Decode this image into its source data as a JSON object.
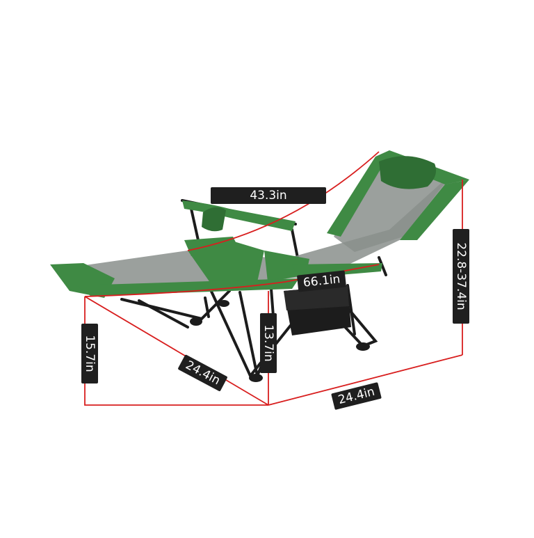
{
  "colors": {
    "dimension_line": "#d81e1e",
    "fabric": "#3f8a44",
    "fabric_dark": "#2f6e34",
    "mesh": "#8a8f8c",
    "frame": "#1c1c1c",
    "label_bg": "#1f1f1f",
    "label_text": "#ffffff"
  },
  "dimensions": {
    "total_length": "43.3in",
    "diagonal_length": "66.1in",
    "back_height": "22.8-37.4in",
    "seat_height": "15.7in",
    "armrest_height": "13.7in",
    "front_width": "24.4in",
    "base_width": "24.4in"
  }
}
